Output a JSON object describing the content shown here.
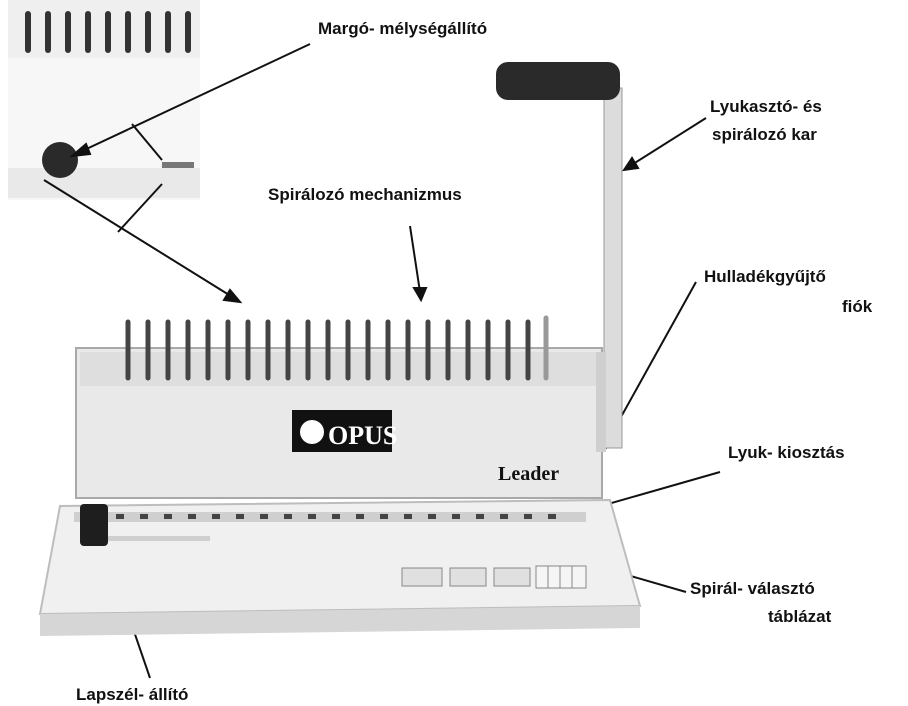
{
  "labels": {
    "margin_depth": "Margó- mélységállító",
    "punch_lever_1": "Lyukasztó- és",
    "punch_lever_2": "spirálozó kar",
    "binding_mechanism": "Spirálozó mechanizmus",
    "waste_drawer_1": "Hulladékgyűjtő",
    "waste_drawer_2": "fiók",
    "hole_spacing": "Lyuk- kiosztás",
    "comb_selector_1": "Spirál- választó",
    "comb_selector_2": "táblázat",
    "edge_guide": "Lapszél- állító"
  },
  "machine": {
    "brand": "OPUS",
    "model": "Leader"
  },
  "colors": {
    "body": "#e9e9e9",
    "shadow": "#bdbdbd",
    "dark": "#1a1a1a",
    "handle": "#2a2a2a"
  }
}
